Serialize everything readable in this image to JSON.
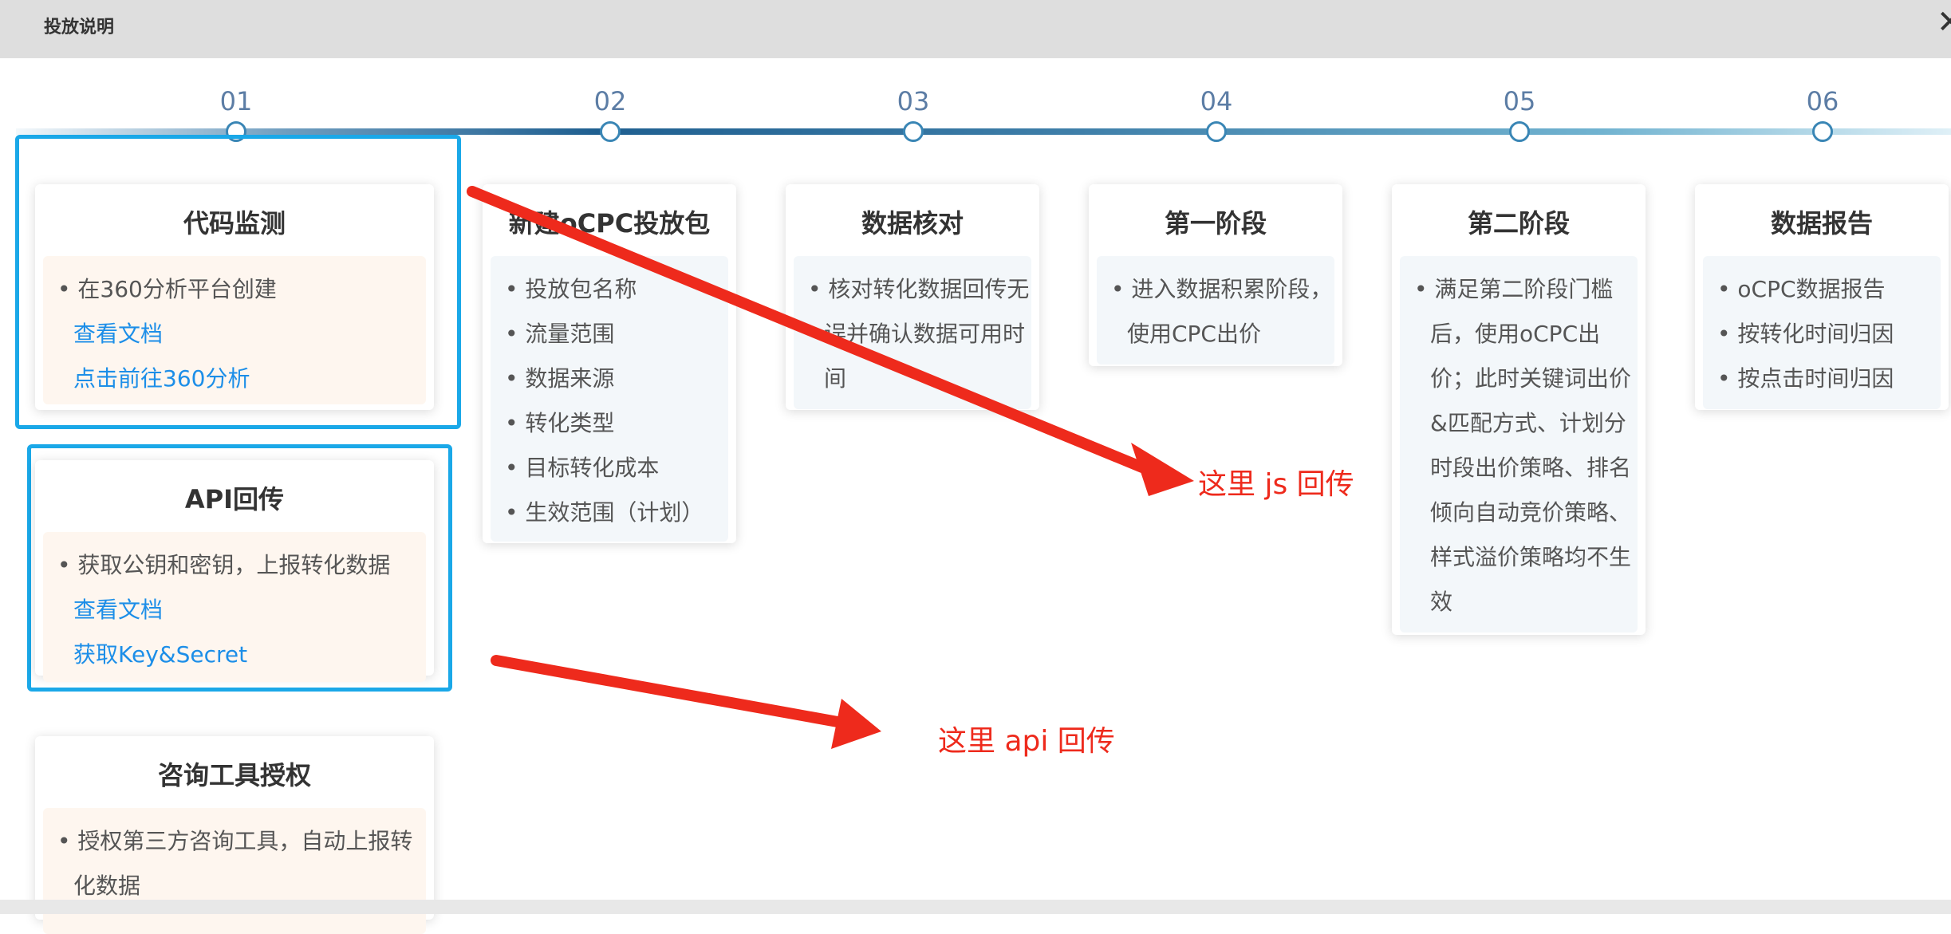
{
  "window": {
    "title": "投放说明",
    "close_icon": "close-icon"
  },
  "timeline": {
    "steps": [
      "01",
      "02",
      "03",
      "04",
      "05",
      "06"
    ]
  },
  "cards": {
    "code_monitor": {
      "title": "代码监测",
      "items": [
        "在360分析平台创建"
      ],
      "links": [
        "查看文档",
        "点击前往360分析"
      ]
    },
    "api_callback": {
      "title": "API回传",
      "items": [
        "获取公钥和密钥，上报转化数据"
      ],
      "links": [
        "查看文档",
        "获取Key&Secret"
      ]
    },
    "consult_tool": {
      "title": "咨询工具授权",
      "items": [
        "授权第三方咨询工具，自动上报转",
        "化数据"
      ]
    },
    "new_package": {
      "title": "新建oCPC投放包",
      "items": [
        "投放包名称",
        "流量范围",
        "数据来源",
        "转化类型",
        "目标转化成本",
        "生效范围（计划）"
      ]
    },
    "data_check": {
      "title": "数据核对",
      "items": [
        "核对转化数据回传无",
        "误并确认数据可用时",
        "间"
      ]
    },
    "stage_one": {
      "title": "第一阶段",
      "items": [
        "进入数据积累阶段，",
        "使用CPC出价"
      ]
    },
    "stage_two": {
      "title": "第二阶段",
      "items": [
        "满足第二阶段门槛",
        "后，使用oCPC出",
        "价；此时关键词出价",
        "&匹配方式、计划分",
        "时段出价策略、排名",
        "倾向自动竞价策略、",
        "样式溢价策略均不生",
        "效"
      ]
    },
    "report": {
      "title": "数据报告",
      "items": [
        "oCPC数据报告",
        "按转化时间归因",
        "按点击时间归因"
      ]
    }
  },
  "annotations": {
    "js": "这里 js 回传",
    "api": "这里 api 回传"
  },
  "colors": {
    "accent_blue": "#1aa8e8",
    "link_blue": "#1c8ee8",
    "annotation_red": "#ee2a1c"
  }
}
